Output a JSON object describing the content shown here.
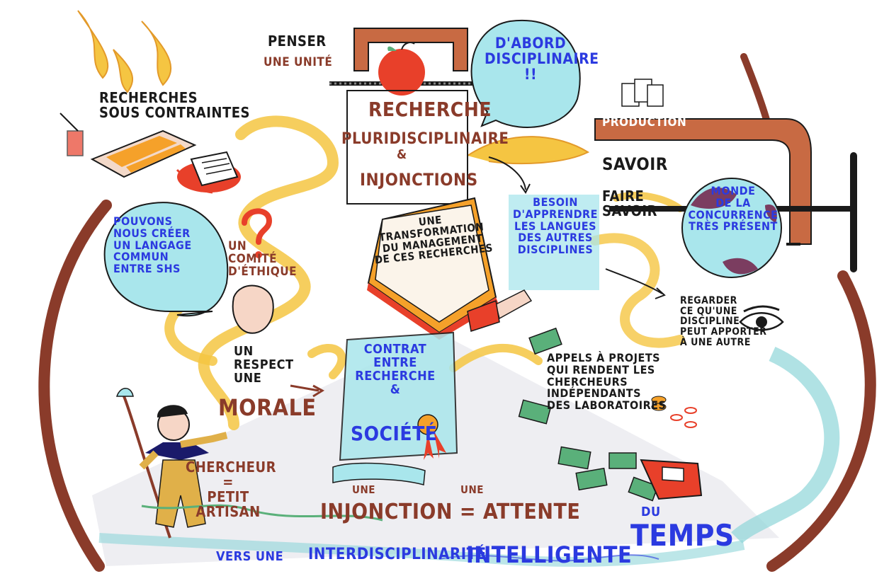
{
  "texts": {
    "recherches_sous_contraintes": "RECHERCHES\nSOUS  CONTRAINTES",
    "penser": "PENSER",
    "une_unite": "UNE UNITÉ",
    "recherche": "RECHERCHE",
    "pluridisciplinaire": "PLURIDISCIPLINAIRE",
    "et": "&",
    "injonctions": "INJONCTIONS",
    "dabord": "D'ABORD\nDISCIPLINAIRE\n!!",
    "production": "PRODUCTION",
    "savoir": "SAVOIR",
    "faire_savoir": "FAIRE\nSAVOIR",
    "monde": "MONDE\nDE LA\nCONCURRENCE\nTRÈS PRÉSENT",
    "pouvons": "POUVONS\nNOUS CRÉER\nUN LANGAGE\nCOMMUN\nENTRE SHS",
    "comite": "UN\nCOMITÉ\nD'ÉTHIQUE",
    "transformation": "UNE\nTRANSFORMATION\nDU MANAGEMENT\nDE CES RECHERCHES",
    "besoin": "BESOIN\nD'APPRENDRE\nLES LANGUES\nDES AUTRES\nDISCIPLINES",
    "regarder": "REGARDER\nCE QU'UNE\nDISCIPLINE\nPEUT APPORTER\nÀ UNE AUTRE",
    "respect": "UN\nRESPECT\nUNE",
    "morale": "MORALE",
    "contrat": "CONTRAT\nENTRE\nRECHERCHE\n&",
    "societe": "SOCIÉTÉ",
    "appels": "APPELS À PROJETS\nQUI RENDENT LES\nCHERCHEURS\nINDÉPENDANTS\nDES LABORATOIRES",
    "chercheur": "CHERCHEUR\n=\nPETIT ARTISAN",
    "une_1": "UNE",
    "une_2": "UNE",
    "injonction_attente": "INJONCTION = ATTENTE",
    "du": "DU",
    "temps": "TEMPS",
    "vers_une": "VERS  UNE",
    "interdisciplinarite": "INTERDISCIPLINARITÉ",
    "intelligente": "INTELLIGENTE"
  },
  "colors": {
    "accent_brown": "#8a3b2a",
    "ink_blue": "#2b3ae0",
    "bubble_cyan": "#a9e6ec",
    "flame_yellow": "#f5c542",
    "clamp_orange": "#c86a43",
    "apple_red": "#e8402a",
    "money_green": "#5ab07a",
    "teal_wave": "#8fd6d8"
  },
  "icons": [
    "question-mark-icon",
    "eye-icon",
    "apple-icon",
    "clamp-icon",
    "globe-icon",
    "money-icon",
    "seal-icon",
    "keyboard-icon",
    "document-icon"
  ]
}
